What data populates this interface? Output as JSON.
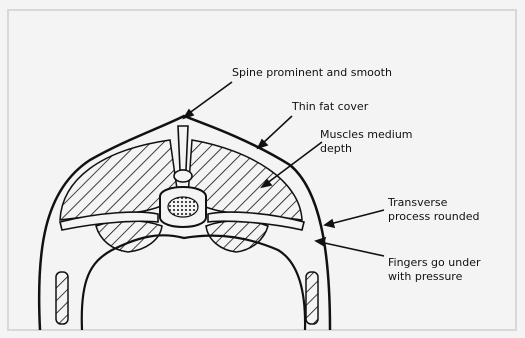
{
  "colors": {
    "ink": "#111111",
    "paper": "#f4f4f4",
    "frame": "#d8d8d8"
  },
  "labels": {
    "spine": "Spine prominent and smooth",
    "fat": "Thin fat cover",
    "muscle_line1": "Muscles medium",
    "muscle_line2": "depth",
    "transverse_line1": "Transverse",
    "transverse_line2": "process rounded",
    "fingers_line1": "Fingers go under",
    "fingers_line2": "with pressure"
  }
}
